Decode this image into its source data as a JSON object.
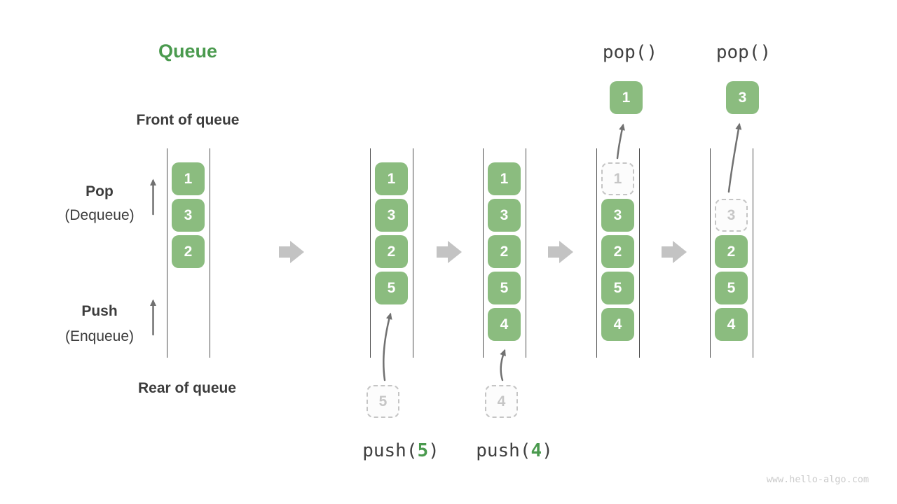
{
  "title": "Queue",
  "labels": {
    "front": "Front of queue",
    "rear": "Rear of queue",
    "pop": "Pop",
    "pop_sub": "(Dequeue)",
    "push": "Push",
    "push_sub": "(Enqueue)"
  },
  "ops": {
    "pop_a": "pop()",
    "pop_b": "pop()",
    "push_5": {
      "fn": "push(",
      "arg": "5",
      "close": ")"
    },
    "push_4": {
      "fn": "push(",
      "arg": "4",
      "close": ")"
    }
  },
  "columns": [
    {
      "boxes": [
        "1",
        "3",
        "2"
      ]
    },
    {
      "boxes": [
        "1",
        "3",
        "2",
        "5"
      ],
      "incoming": "5"
    },
    {
      "boxes": [
        "1",
        "3",
        "2",
        "5",
        "4"
      ],
      "incoming": "4"
    },
    {
      "ghost": "1",
      "boxes": [
        "3",
        "2",
        "5",
        "4"
      ],
      "popped": "1"
    },
    {
      "ghost": "3",
      "boxes": [
        "2",
        "5",
        "4"
      ],
      "popped": "3"
    }
  ],
  "watermark": "www.hello-algo.com",
  "colors": {
    "cell_green": "#8BBC7F",
    "accent_green": "#4A9A4E",
    "text_dark": "#3C3C3C",
    "block_arrow_gray": "#C3C3C3",
    "arrow_stroke_gray": "#717171"
  }
}
